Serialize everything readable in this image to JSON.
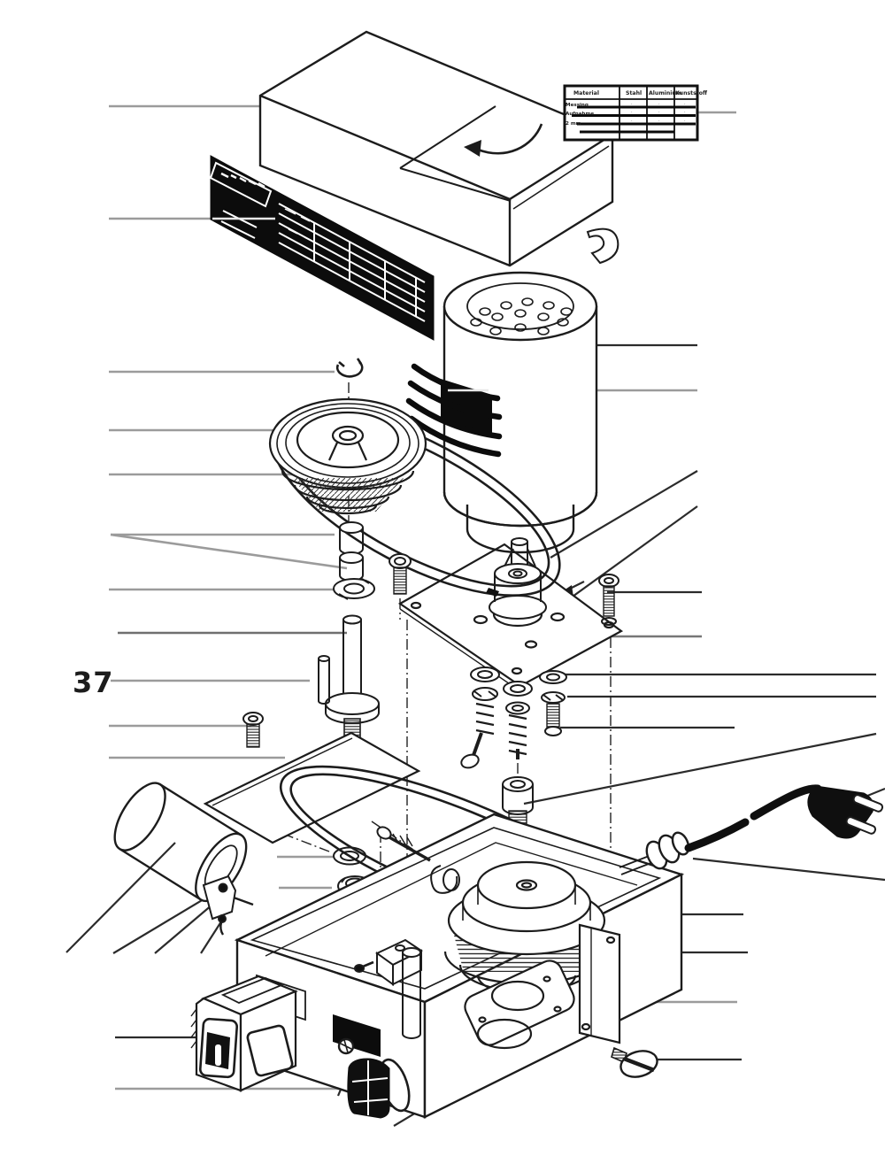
{
  "figure": {
    "number_label": "37",
    "type": "exploded-parts-diagram"
  },
  "materials_table": {
    "headers": [
      "Material",
      "Stahl",
      "Aluminium",
      "Kunststoff"
    ],
    "rows": [
      {
        "label": "Messing",
        "cells": [
          "·",
          "·",
          "·"
        ]
      },
      {
        "label": "Aufnahme",
        "cells": [
          "·",
          "·",
          "·"
        ]
      },
      {
        "label": "2 mm",
        "cells": [
          "·",
          "·",
          "·"
        ]
      }
    ]
  },
  "colors": {
    "line": "#1c1c1c",
    "leader_gray": "#9b9b9b",
    "label_background": "#0c0c0c",
    "background": "#ffffff"
  },
  "icons": {
    "rotation_arrow": "curved-arrow",
    "brand_logo": "wordmark-on-black"
  }
}
